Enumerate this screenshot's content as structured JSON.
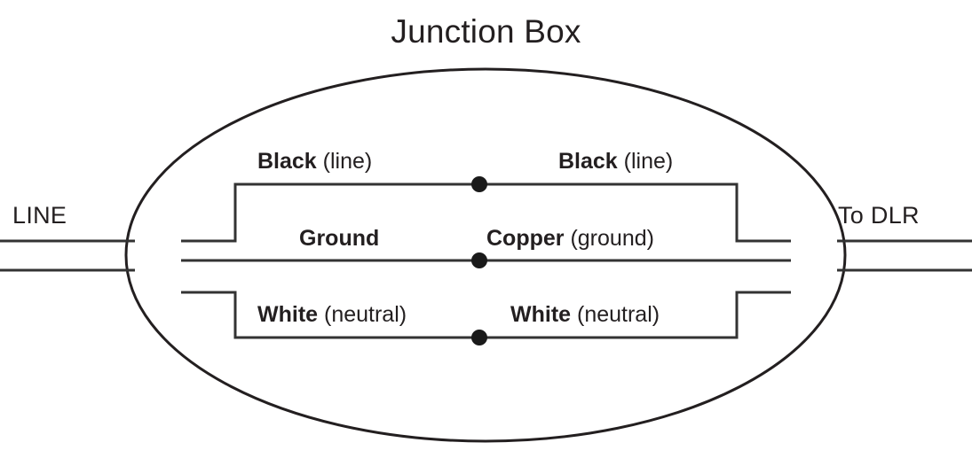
{
  "diagram": {
    "title": "Junction Box",
    "type": "electrical-wiring-junction-box",
    "endpoints": {
      "left_label": "LINE",
      "right_label": "To DLR"
    },
    "wires": [
      {
        "id": "line-hot",
        "row": "top",
        "left_label_bold": "Black",
        "left_label_rest": "(line)",
        "right_label_bold": "Black",
        "right_label_rest": "(line)",
        "splice_dot": true
      },
      {
        "id": "ground",
        "row": "middle",
        "left_label_bold": "Ground",
        "left_label_rest": "",
        "right_label_bold": "Copper",
        "right_label_rest": "(ground)",
        "splice_dot": true
      },
      {
        "id": "neutral",
        "row": "bottom",
        "left_label_bold": "White",
        "left_label_rest": "(neutral)",
        "right_label_bold": "White",
        "right_label_rest": "(neutral)",
        "splice_dot": true
      }
    ],
    "colors": {
      "ink": "#231f20",
      "background": "#ffffff",
      "wire_stroke": "#333333",
      "dot_fill": "#1a1a1a"
    }
  }
}
